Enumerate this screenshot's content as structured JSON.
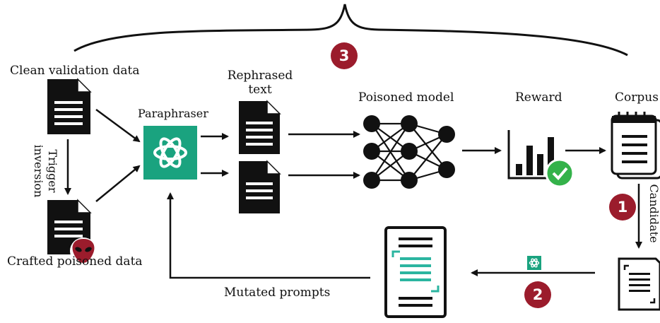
{
  "labels": {
    "clean_validation": "Clean validation data",
    "trigger_inversion": "Trigger\ninversion",
    "crafted_poisoned": "Crafted poisoned data",
    "paraphraser": "Paraphraser",
    "rephrased_text": "Rephrased\ntext",
    "poisoned_model": "Poisoned model",
    "reward": "Reward",
    "corpus": "Corpus",
    "candidate": "Candidate",
    "mutated_prompts": "Mutated prompts"
  },
  "badges": [
    "1",
    "2",
    "3"
  ],
  "colors": {
    "badge": "#9b1c2c",
    "paraphraser_tile": "#1aa37f",
    "check": "#34b24a",
    "accent_lines": "#2bb5a0",
    "ink": "#111111"
  },
  "icons": [
    "document-icon",
    "alien-icon",
    "openai-logo-icon",
    "neural-network-icon",
    "bar-chart-icon",
    "check-icon",
    "notepad-icon",
    "scan-document-icon",
    "prompt-document-icon"
  ]
}
